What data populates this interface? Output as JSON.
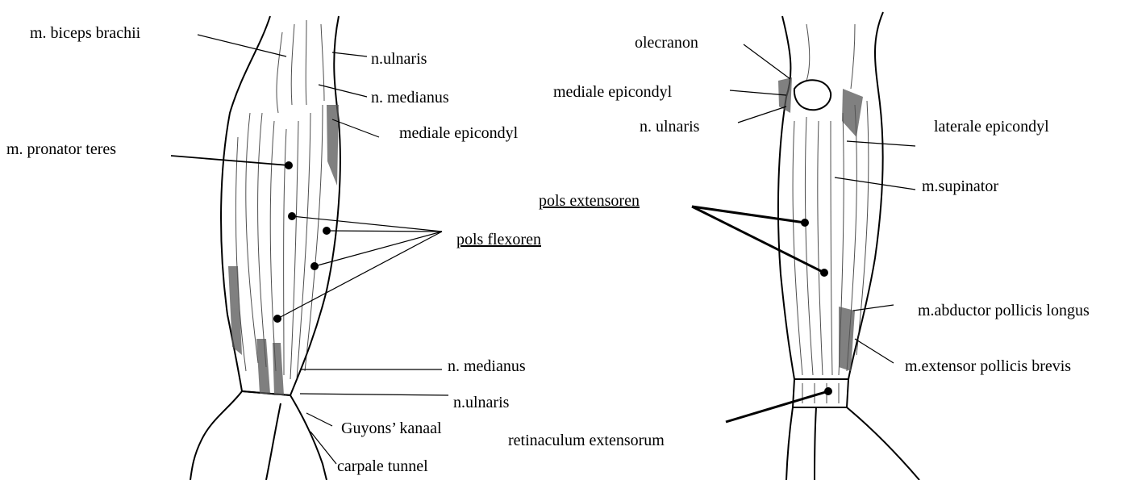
{
  "labels": {
    "biceps": "m. biceps brachii",
    "ulnaris_top_left": "n.ulnaris",
    "medianus_top_left": "n. medianus",
    "med_epi_left": "mediale epicondyl",
    "pronator": "m. pronator teres",
    "pols_flexoren": "pols flexoren",
    "medianus_bottom": "n. medianus",
    "ulnaris_bottom": "n.ulnaris",
    "guyon": "Guyons’ kanaal",
    "carpale": "carpale tunnel",
    "olecranon": "olecranon",
    "med_epi_right": "mediale epicondyl",
    "ulnaris_right": "n. ulnaris",
    "lat_epi": "laterale epicondyl",
    "supinator": "m.supinator",
    "pols_extensoren": "pols extensoren",
    "abductor": "m.abductor pollicis longus",
    "ext_brevis": "m.extensor pollicis brevis",
    "retinaculum": "retinaculum extensorum"
  },
  "colors": {
    "ink": "#000000",
    "shade": "#6a6a6a"
  }
}
